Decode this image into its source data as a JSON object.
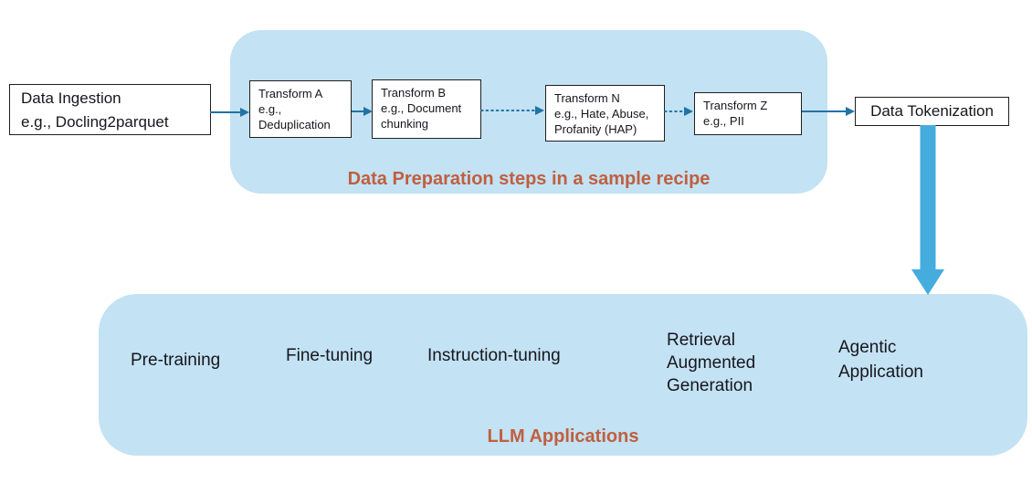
{
  "colors": {
    "panel-blue": "#c3e2f3",
    "accent-orange": "#c05f3f",
    "arrow-dark": "#2173a4",
    "arrow-light": "#45acde",
    "box-border": "#1f1f1f",
    "text-dark": "#16161e"
  },
  "ingestion_box": {
    "text": "Data Ingestion\ne.g., Docling2parquet"
  },
  "pipeline": {
    "label": "Data Preparation steps in a sample recipe",
    "steps": [
      {
        "text": "Transform A\ne.g.,\nDeduplication"
      },
      {
        "text": "Transform B\ne.g., Document\nchunking"
      },
      {
        "text": "Transform N\ne.g., Hate, Abuse,\nProfanity (HAP)"
      },
      {
        "text": "Transform Z\ne.g., PII"
      }
    ]
  },
  "tokenization_box": {
    "text": "Data Tokenization"
  },
  "applications": {
    "label": "LLM Applications",
    "items": [
      {
        "text": "Pre-training"
      },
      {
        "text": "Fine-tuning"
      },
      {
        "text": "Instruction-tuning"
      },
      {
        "text": "Retrieval\nAugmented\nGeneration"
      },
      {
        "text": "Agentic\nApplication"
      }
    ]
  }
}
